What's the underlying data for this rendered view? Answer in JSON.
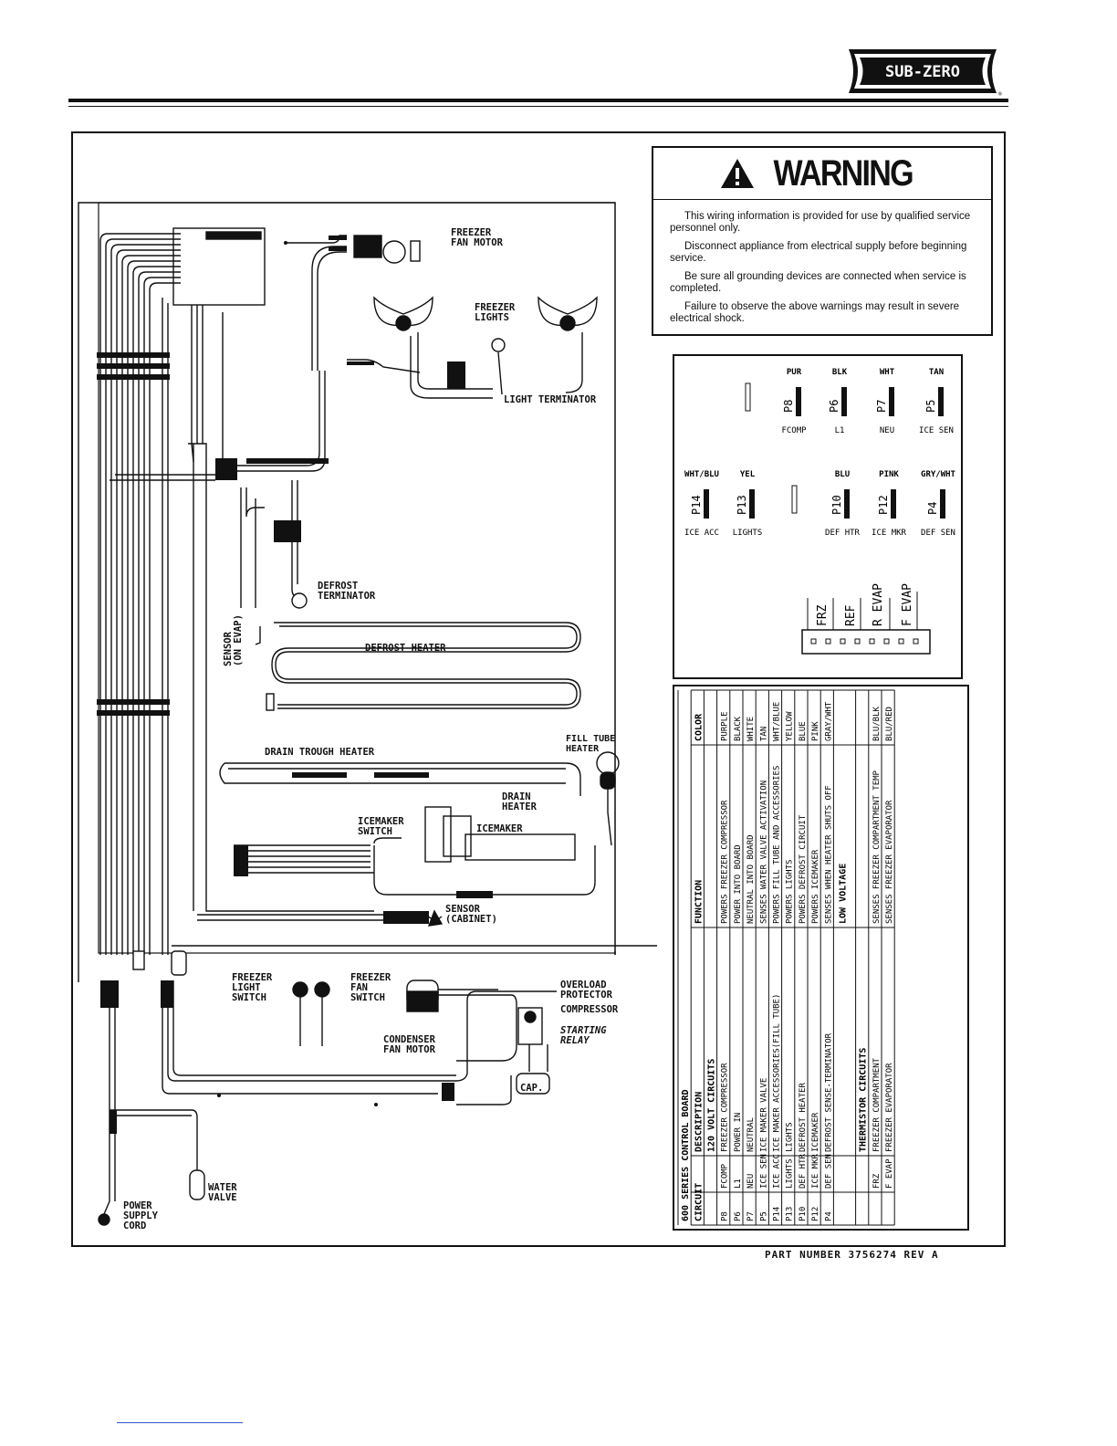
{
  "header": {
    "brand": "SUB-ZERO",
    "registered_mark": "®"
  },
  "warning": {
    "title": "WARNING",
    "paragraphs": [
      "This wiring information is provided for use by qualified service personnel only.",
      "Disconnect appliance from electrical supply before beginning service.",
      "Be sure all grounding devices are connected when service is completed.",
      "Failure to observe the above warnings may result in severe electrical shock."
    ]
  },
  "pins_row1": [
    {
      "color": "PUR",
      "pin": "P8",
      "function": "FCOMP"
    },
    {
      "color": "BLK",
      "pin": "P6",
      "function": "L1"
    },
    {
      "color": "WHT",
      "pin": "P7",
      "function": "NEU"
    },
    {
      "color": "TAN",
      "pin": "P5",
      "function": "ICE SEN"
    }
  ],
  "pins_row2": [
    {
      "color": "WHT/BLU",
      "pin": "P14",
      "function": "ICE ACC"
    },
    {
      "color": "YEL",
      "pin": "P13",
      "function": "LIGHTS"
    },
    {
      "color": "BLU",
      "pin": "P10",
      "function": "DEF HTR"
    },
    {
      "color": "PINK",
      "pin": "P12",
      "function": "ICE MKR"
    },
    {
      "color": "GRY/WHT",
      "pin": "P4",
      "function": "DEF SEN"
    }
  ],
  "thermistor_connector": [
    "FRZ",
    "REF",
    "R EVAP",
    "F EVAP"
  ],
  "table": {
    "title": "600 SERIES CONTROL BOARD",
    "headers": [
      "CIRCUIT",
      "DESCRIPTION",
      "FUNCTION",
      "COLOR"
    ],
    "section_120v": "120 VOLT CIRCUITS",
    "section_low": "THERMISTOR CIRCUITS",
    "low_voltage_label": "LOW VOLTAGE",
    "rows_120v": [
      [
        "P8",
        "FCOMP",
        "FREEZER COMPRESSOR",
        "POWERS FREEZER COMPRESSOR",
        "PURPLE"
      ],
      [
        "P6",
        "L1",
        "POWER IN",
        "POWER INTO BOARD",
        "BLACK"
      ],
      [
        "P7",
        "NEU",
        "NEUTRAL",
        "NEUTRAL INTO BOARD",
        "WHITE"
      ],
      [
        "P5",
        "ICE SEN",
        "ICE MAKER VALVE",
        "SENSES WATER VALVE ACTIVATION",
        "TAN"
      ],
      [
        "P14",
        "ICE ACC",
        "ICE MAKER ACCESSORIES(FILL TUBE)",
        "POWERS FILL TUBE AND ACCESSORIES",
        "WHT/BLUE"
      ],
      [
        "P13",
        "LIGHTS",
        "LIGHTS",
        "POWERS LIGHTS",
        "YELLOW"
      ],
      [
        "P10",
        "DEF HTR",
        "DEFROST HEATER",
        "POWERS DEFROST CIRCUIT",
        "BLUE"
      ],
      [
        "P12",
        "ICE MKR",
        "ICEMAKER",
        "POWERS ICEMAKER",
        "PINK"
      ],
      [
        "P4",
        "DEF SEN",
        "DEFROST SENSE-TERMINATOR",
        "SENSES WHEN HEATER SHUTS OFF",
        "GRAY/WHT"
      ]
    ],
    "rows_low": [
      [
        "FRZ",
        "FREEZER COMPARTMENT",
        "SENSES FREEZER COMPARTMENT TEMP",
        "BLU/BLK"
      ],
      [
        "F EVAP",
        "FREEZER EVAPORATOR",
        "SENSES FREEZER EVAPORATOR",
        "BLU/RED"
      ]
    ]
  },
  "components": {
    "freezer_fan_motor": "FREEZER\nFAN MOTOR",
    "freezer_lights": "FREEZER\nLIGHTS",
    "light_terminator": "LIGHT TERMINATOR",
    "defrost_terminator": "DEFROST\nTERMINATOR",
    "sensor_evap": "SENSOR\n(ON EVAP)",
    "defrost_heater": "DEFROST HEATER",
    "drain_trough_heater": "DRAIN TROUGH HEATER",
    "fill_tube_heater": "FILL TUBE\nHEATER",
    "drain_heater": "DRAIN\nHEATER",
    "icemaker_switch": "ICEMAKER\nSWITCH",
    "icemaker": "ICEMAKER",
    "sensor_cabinet": "SENSOR\n(CABINET)",
    "freezer_light_switch": "FREEZER\nLIGHT\nSWITCH",
    "freezer_fan_switch": "FREEZER\nFAN\nSWITCH",
    "condenser_fan_motor": "CONDENSER\nFAN MOTOR",
    "overload_protector": "OVERLOAD\nPROTECTOR",
    "compressor": "COMPRESSOR",
    "starting_relay": "STARTING\nRELAY",
    "cap": "CAP.",
    "power_supply_cord": "POWER\nSUPPLY\nCORD",
    "water_valve": "WATER\nVALVE"
  },
  "part_number": "PART NUMBER 3756274 REV A"
}
